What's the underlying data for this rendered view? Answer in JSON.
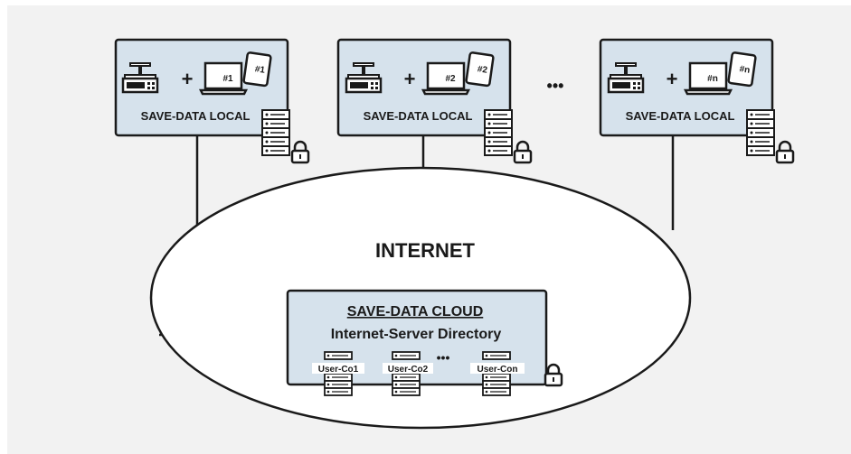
{
  "local_sites": [
    {
      "id_label": "#1",
      "label": "SAVE-DATA LOCAL"
    },
    {
      "id_label": "#2",
      "label": "SAVE-DATA LOCAL"
    },
    {
      "id_label": "#n",
      "label": "SAVE-DATA LOCAL"
    }
  ],
  "plus_sign": "+",
  "sites_ellipsis": "•••",
  "network_label": "INTERNET",
  "cloud": {
    "title": "SAVE-DATA CLOUD",
    "subtitle": "Internet-Server Directory",
    "servers": [
      "User-Co1",
      "User-Co2",
      "User-Con"
    ],
    "servers_ellipsis": "•••"
  },
  "colors": {
    "box_fill": "#d6e2ec",
    "stroke": "#1a1a1a",
    "background": "#f2f2f2"
  }
}
